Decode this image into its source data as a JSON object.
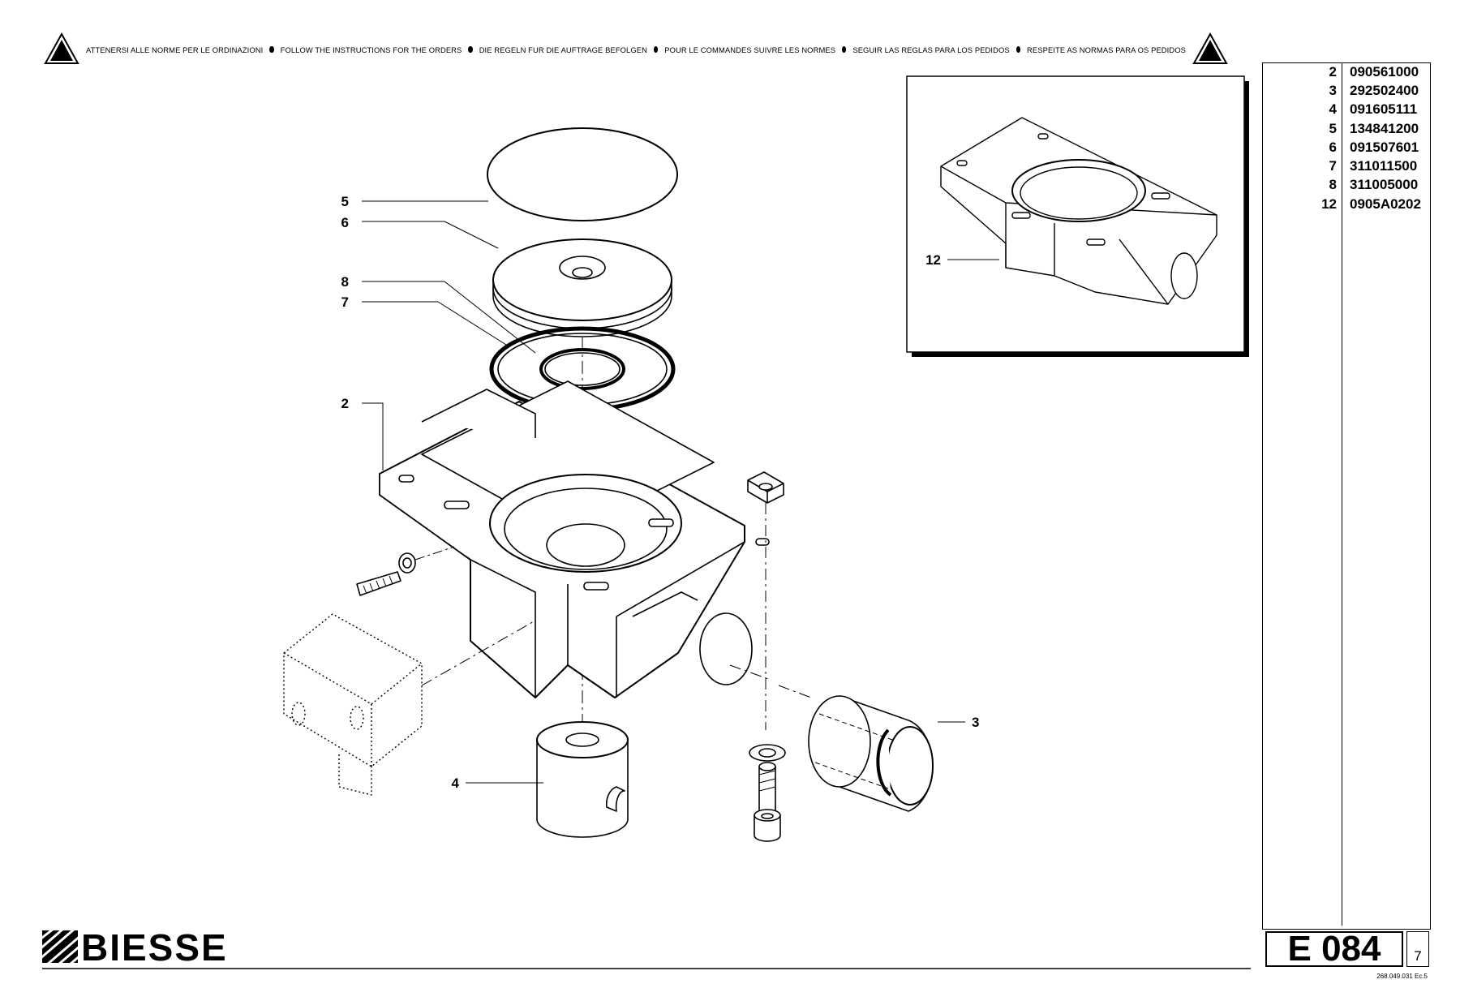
{
  "banner": {
    "messages": [
      "ATTENERSI ALLE NORME PER LE ORDINAZIONI",
      "FOLLOW THE INSTRUCTIONS FOR THE ORDERS",
      "DIE REGELN FUR DIE AUFTRAGE BEFOLGEN",
      "POUR LE COMMANDES SUIVRE LES NORMES",
      "SEGUIR LAS REGLAS PARA LOS PEDIDOS",
      "RESPEITE AS NORMAS PARA OS PEDIDOS"
    ]
  },
  "parts_list": [
    {
      "item": "2",
      "code": "090561000"
    },
    {
      "item": "3",
      "code": "292502400"
    },
    {
      "item": "4",
      "code": "091605111"
    },
    {
      "item": "5",
      "code": "134841200"
    },
    {
      "item": "6",
      "code": "091507601"
    },
    {
      "item": "7",
      "code": "311011500"
    },
    {
      "item": "8",
      "code": "311005000"
    },
    {
      "item": "12",
      "code": "0905A0202"
    }
  ],
  "callouts": {
    "c5": "5",
    "c6": "6",
    "c8": "8",
    "c7": "7",
    "c2": "2",
    "c4": "4",
    "c3": "3",
    "c12": "12"
  },
  "drawing_code": "E 084",
  "sheet_number": "7",
  "reference": "268.049.031 Ec.5",
  "brand": "BIESSE"
}
